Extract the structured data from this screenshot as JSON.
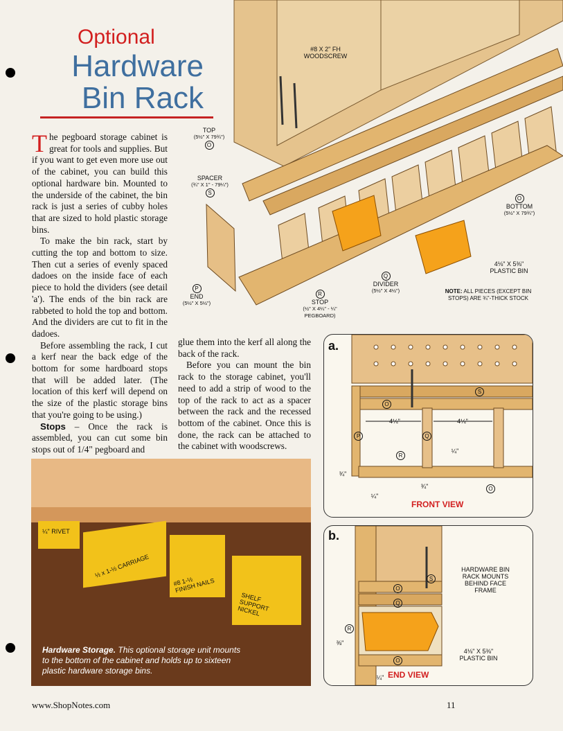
{
  "title": {
    "optional": "Optional",
    "main_line1": "Hardware",
    "main_line2": "Bin Rack"
  },
  "intro": {
    "drop_cap": "T",
    "p1_rest": "he pegboard storage cabinet is great for tools and supplies. But if you want to get even more use out of the cabinet, you can build this optional hardware bin. Mounted to the underside of the cabinet, the bin rack is just a series of cubby holes that are sized to hold plastic storage bins.",
    "p2": "To make the bin rack, start by cutting the top and bottom to size. Then cut a series of evenly spaced dadoes on the inside face of each piece to hold the dividers (see detail 'a'). The ends of the bin rack are rabbeted to hold the top and bottom. And the dividers are cut to fit in the dadoes.",
    "p3": "Before assembling the rack, I cut a kerf near the back edge of the bottom for some hardboard stops that will be added later. (The location of this kerf will depend on the size of the plastic storage bins that you're going to be using.)",
    "p4_head": "Stops",
    "p4_rest": " – Once the rack is assembled, you can cut some bin stops out of 1/4\" pegboard and",
    "c2_p1": "glue them into the kerf all along the back of the rack.",
    "c2_p2": "Before you can mount the bin rack to the storage cabinet, you'll need to add a strip of wood to the top of the rack to act as a spacer between the rack and the recessed bottom of the cabinet. Once this is done, the rack can be attached to the cabinet with woodscrews."
  },
  "exploded": {
    "screw": "#8 x 2\" Fh Woodscrew",
    "top": {
      "name": "Top",
      "dim": "(5½\" x 79¾\")",
      "key": "O"
    },
    "spacer": {
      "name": "Spacer",
      "dim": "(¾\" x 1\" - 79¼\")",
      "key": "S"
    },
    "end": {
      "name": "End",
      "dim": "(5½\" x 5½\")",
      "key": "P"
    },
    "stop": {
      "name": "Stop",
      "dim": "(½\" x 4¼\" - ¼\" Pegboard)",
      "key": "R"
    },
    "divider": {
      "name": "Divider",
      "dim": "(5½\" x 4½\")",
      "key": "Q"
    },
    "bottom": {
      "name": "Bottom",
      "dim": "(5½\" x 79¾\")",
      "key": "O"
    },
    "bin": "4⅛\" x 5⅜\" Plastic Bin",
    "note_head": "NOTE:",
    "note": "All pieces (except bin stops) are ¾\"-thick stock"
  },
  "detail_a": {
    "tag": "a.",
    "view": "FRONT VIEW",
    "dim1": "4¼\"",
    "dim2": "4¼\"",
    "dim3": "¼\"",
    "dim4": "¾\"",
    "dim5": "¾\"",
    "dim6": "¼\"",
    "keys": {
      "o": "O",
      "s": "S",
      "p": "P",
      "q": "Q",
      "r": "R"
    }
  },
  "detail_b": {
    "tag": "b.",
    "view": "END VIEW",
    "note": "Hardware bin rack mounts behind face frame",
    "bin": "4⅛\" x 5⅜\" Plastic Bin",
    "dim1": "⅜\"",
    "dim2": "¼\"",
    "keys": {
      "o": "O",
      "q": "Q",
      "r": "R",
      "s": "S"
    }
  },
  "photo": {
    "caption_head": "Hardware Storage.",
    "caption": " This optional storage unit mounts to the bottom of the cabinet and holds up to sixteen plastic hardware storage bins.",
    "bin_labels": [
      "½ x 1-½ CARRIAGE",
      "#8 1-½ FINISH NAILS",
      "SHELF SUPPORT NICKEL",
      "¼\" RIVET"
    ]
  },
  "footer": {
    "url": "www.ShopNotes.com",
    "page": "11"
  },
  "colors": {
    "accent_red": "#d21f1f",
    "title_blue": "#3f6f9f",
    "wood": "#e7c089",
    "bin_orange": "#f5a21b"
  }
}
